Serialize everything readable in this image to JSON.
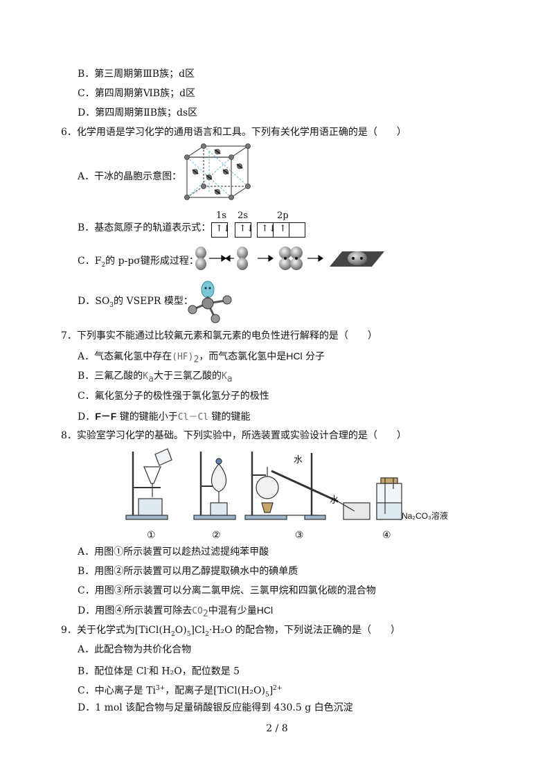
{
  "q5": {
    "b": "B．第三周期第ⅢB族；d区",
    "c": "C．第四周期第ⅥB族；d区",
    "d": "D．第四周期第ⅡB族；ds区"
  },
  "q6": {
    "stem": "6．化学用语是学习化学的通用语言和工具。下列有关化学用语正确的是（　　）",
    "a": "A．干冰的晶胞示意图：",
    "b": "B．基态氮原子的轨道表示式：",
    "b_labels": [
      "1s",
      "2s",
      "2p"
    ],
    "c_pre": "C．F",
    "c_sub": "2",
    "c_post": "的 p-pσ键形成过程：",
    "d_pre": "D．SO",
    "d_sub": "3",
    "d_post": "的 VSEPR 模型："
  },
  "q7": {
    "stem": "7．下列事实不能通过比较氟元素和氯元素的电负性进行解释的是（　　）",
    "a_pre": "A．气态氟化氢中存在",
    "a_mid1": "(HF)",
    "a_sub": "2",
    "a_mid2": "，而气态氯化氢中是",
    "a_hcl": "HCl",
    "a_post": " 分子",
    "b_pre": "B．三氟乙酸的",
    "b_k1": "K",
    "b_ka1": "a",
    "b_mid": "大于三氯乙酸的",
    "b_k2": "K",
    "b_ka2": "a",
    "c": "C．氟化氢分子的极性强于氯化氢分子的极性",
    "d_pre": "D．",
    "d_ff": "F－F",
    "d_mid": " 键的键能小于",
    "d_clcl": "Cl－Cl",
    "d_post": " 键的键能"
  },
  "q8": {
    "stem": "8．实验室学习化学的基础。下列实验中，所选装置或实验设计合理的是（　　）",
    "labels": [
      "①",
      "②",
      "③",
      "④"
    ],
    "water1": "水",
    "water2": "水",
    "solution": "Na₂CO₃溶液",
    "a": "A．用图①所示装置可以趁热过滤提纯苯甲酸",
    "b": "B．用图②所示装置可以用乙醇提取碘水中的碘单质",
    "c": "C．用图③所示装置可以分离二氯甲烷、三氯甲烷和四氯化碳的混合物",
    "d_pre": "D．用图④所示装置可除去",
    "d_co2": "CO",
    "d_co2_sub": "2",
    "d_mid": "中混有少量",
    "d_hcl": "HCl"
  },
  "q9": {
    "stem_pre": "9．关于化学式为[TiCl(H",
    "stem_h2o_sub": "2",
    "stem_mid": "O)",
    "stem_sub5": "5",
    "stem_mid2": "]Cl",
    "stem_sub2": "2",
    "stem_post": "·H₂O 的配合物，下列说法正确的是（　　）",
    "a": "A．此配合物为共价化合物",
    "b_pre": "B．配位体是 Cl",
    "b_sup": "-",
    "b_post": "和 H₂O，配位数是 5",
    "c_pre": "C．中心离子是 Ti",
    "c_sup": "3+",
    "c_mid": "，配离子是[TiCl(H₂O)",
    "c_sub": "5",
    "c_post": "]",
    "c_sup2": "2+",
    "d": "D．1 mol 该配合物与足量硝酸银反应能得到 430.5 g 白色沉淀"
  },
  "footer": "2 / 8"
}
